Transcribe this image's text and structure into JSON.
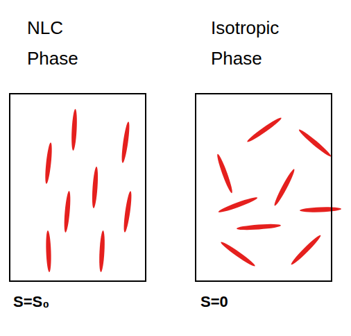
{
  "diagram": {
    "nodes": [
      {
        "text": [
          "NLC Phase",
          "S=S₀"
        ]
      },
      {
        "text": [
          "Isotropic Phase",
          "S=0"
        ]
      }
    ]
  }
}
